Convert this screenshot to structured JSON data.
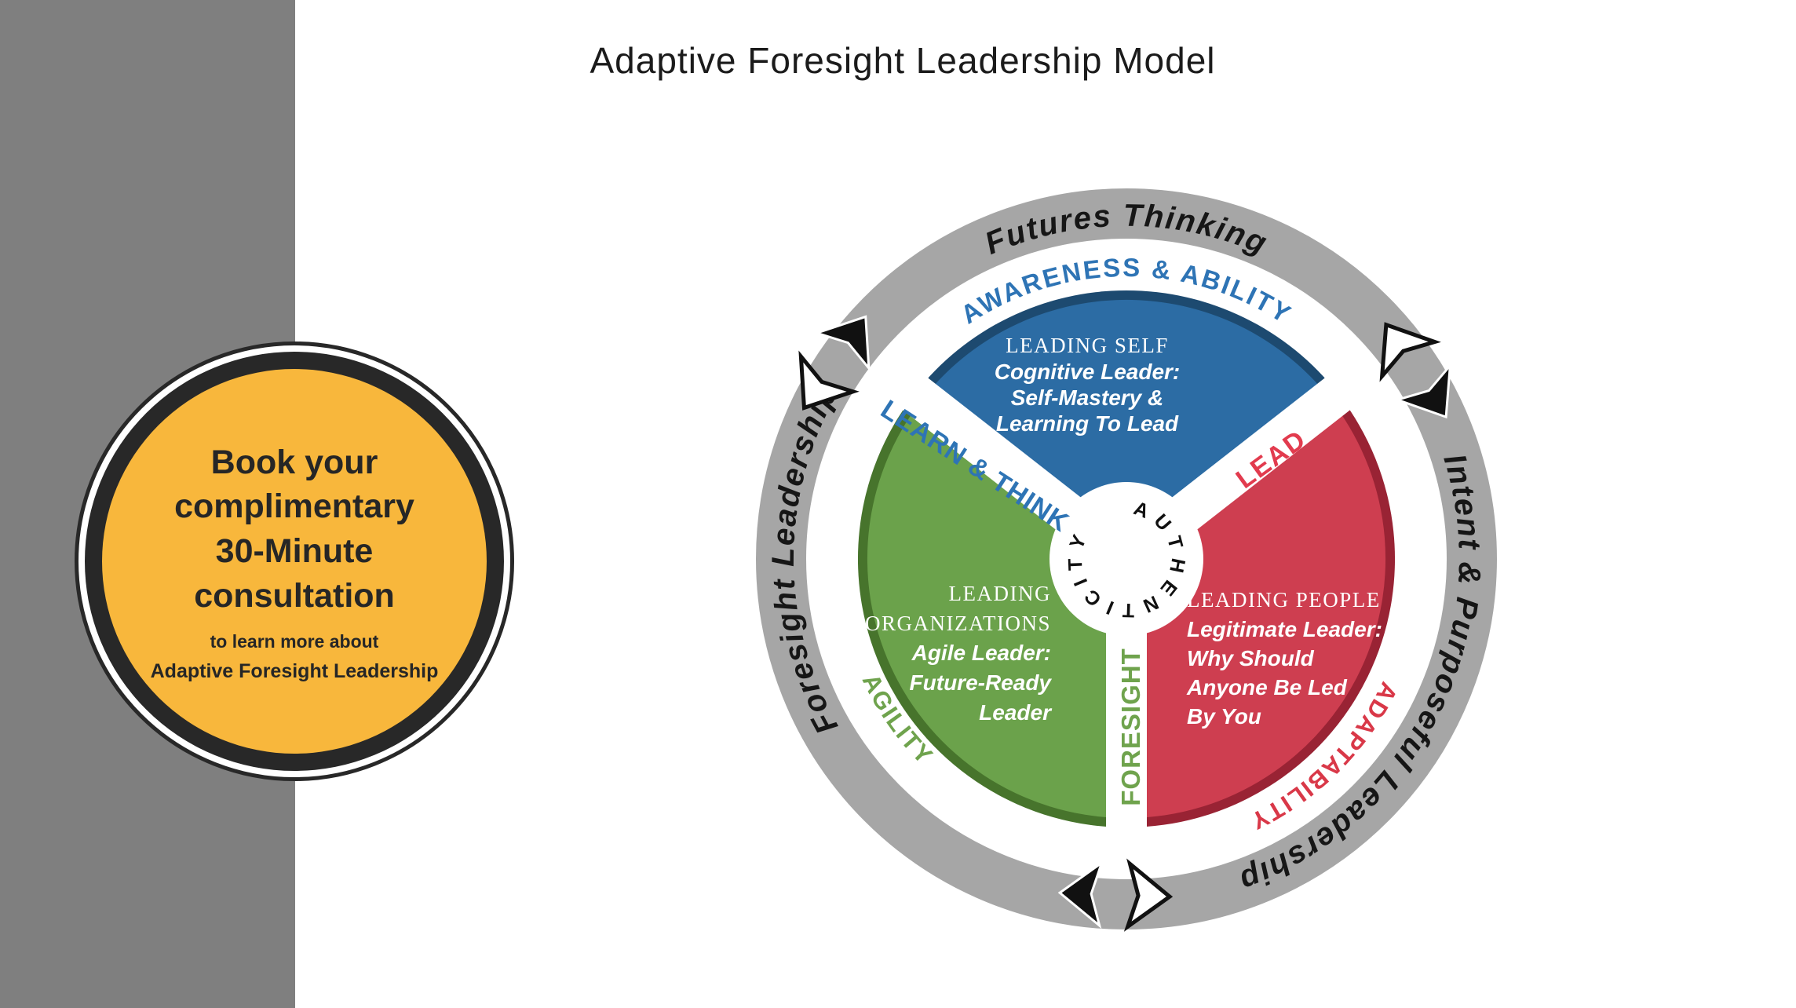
{
  "page": {
    "title": "Adaptive Foresight Leadership Model"
  },
  "badge": {
    "line1": "Book your",
    "line2": "complimentary",
    "line3": "30-Minute",
    "line4": "consultation",
    "sub1": "to learn more about",
    "sub2": "Adaptive Foresight Leadership"
  },
  "wheel": {
    "outer_ring": {
      "top": "Futures Thinking",
      "right": "Intent & Purposeful Leadership",
      "left": "Foresight Leadership"
    },
    "inner_ring": {
      "top": "AWARENESS & ABILITY",
      "right": "ADAPTABILITY",
      "left": "AGILITY"
    },
    "spokes": {
      "upper_left": "LEARN & THINK",
      "upper_right": "LEAD",
      "bottom": "FORESIGHT"
    },
    "center": "AUTHENTICITY",
    "segments": {
      "self": {
        "title": "LEADING SELF",
        "lines": [
          "Cognitive Leader:",
          "Self-Mastery &",
          "Learning To Lead"
        ]
      },
      "organizations": {
        "title1": "LEADING",
        "title2": "ORGANIZATIONS",
        "lines": [
          "Agile Leader:",
          "Future-Ready",
          "Leader"
        ]
      },
      "people": {
        "title": "LEADING PEOPLE",
        "lines": [
          "Legitimate Leader:",
          "Why Should",
          "Anyone Be Led",
          "By You"
        ]
      }
    }
  },
  "colors": {
    "left_bar_gray": "#7f7f7f",
    "ring_gray": "#a6a6a6",
    "badge_yellow": "#f8b73c",
    "badge_ring_dark": "#282828",
    "segment_blue": "#2c6ca4",
    "segment_blue_dark": "#1d4a70",
    "segment_green": "#6ba24b",
    "segment_green_dark": "#47742c",
    "segment_red": "#ce3e50",
    "segment_red_dark": "#992334",
    "label_blue": "#2e74b5",
    "label_green": "#6fa34d",
    "label_red": "#e23b4e",
    "adaptability_red": "#d93848"
  }
}
